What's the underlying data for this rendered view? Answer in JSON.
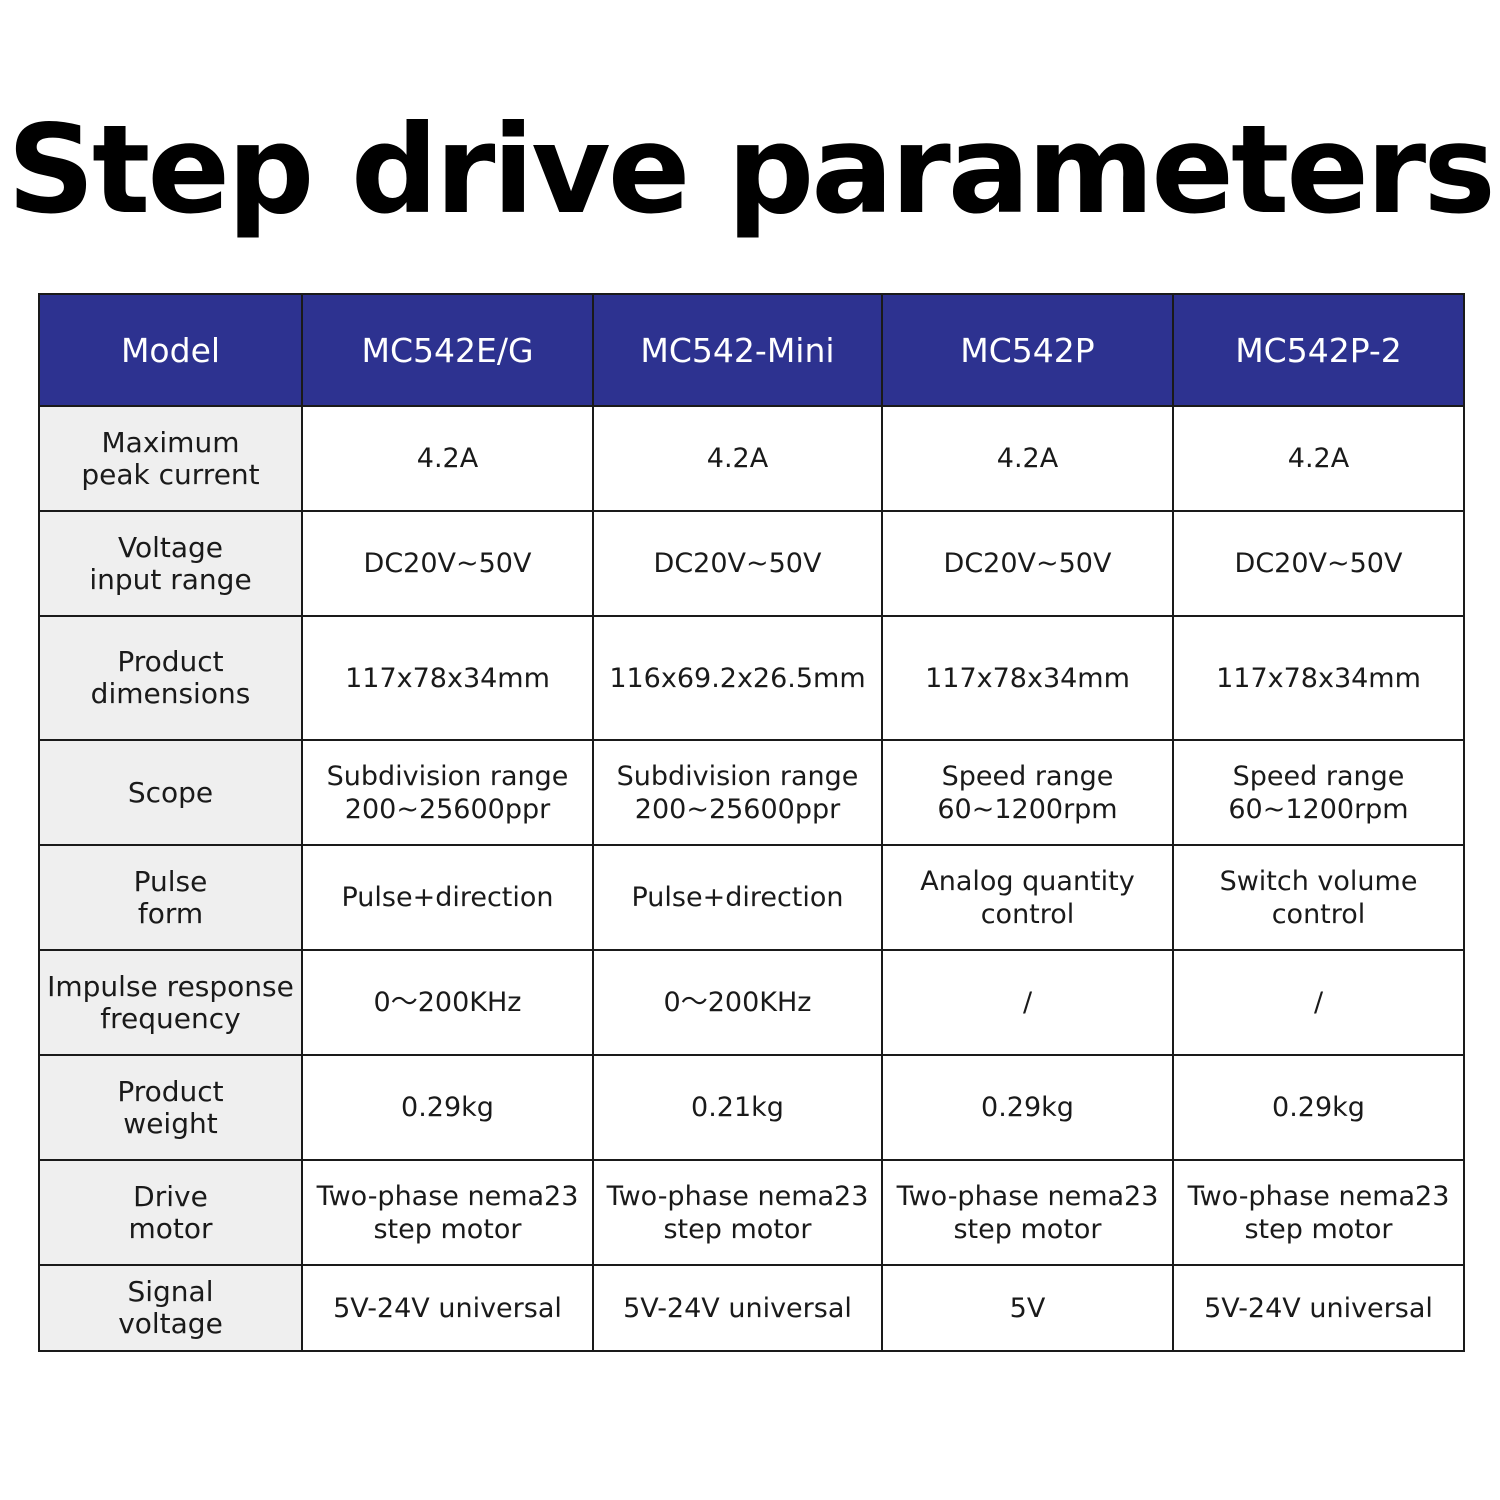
{
  "title": "Step drive parameters",
  "colors": {
    "header_bg": "#2d3290",
    "header_text": "#ffffff",
    "label_bg": "#efefef",
    "border": "#1a1a1a"
  },
  "table": {
    "headers": [
      "Model",
      "MC542E/G",
      "MC542-Mini",
      "MC542P",
      "MC542P-2"
    ],
    "rows": [
      {
        "label": "Maximum\npeak current",
        "values": [
          "4.2A",
          "4.2A",
          "4.2A",
          "4.2A"
        ]
      },
      {
        "label": "Voltage\ninput range",
        "values": [
          "DC20V~50V",
          "DC20V~50V",
          "DC20V~50V",
          "DC20V~50V"
        ]
      },
      {
        "label": "Product\ndimensions",
        "values": [
          "117x78x34mm",
          "116x69.2x26.5mm",
          "117x78x34mm",
          "117x78x34mm"
        ]
      },
      {
        "label": "Scope",
        "values": [
          "Subdivision range\n200~25600ppr",
          "Subdivision range\n200~25600ppr",
          "Speed range\n60~1200rpm",
          "Speed range\n60~1200rpm"
        ]
      },
      {
        "label": "Pulse\nform",
        "values": [
          "Pulse+direction",
          "Pulse+direction",
          "Analog quantity\ncontrol",
          "Switch volume\ncontrol"
        ]
      },
      {
        "label": "Impulse response\nfrequency",
        "values": [
          "0～200KHz",
          "0～200KHz",
          "/",
          "/"
        ]
      },
      {
        "label": "Product\nweight",
        "values": [
          "0.29kg",
          "0.21kg",
          "0.29kg",
          "0.29kg"
        ]
      },
      {
        "label": "Drive\nmotor",
        "values": [
          "Two-phase nema23\nstep motor",
          "Two-phase nema23\nstep motor",
          "Two-phase nema23\nstep motor",
          "Two-phase nema23\nstep motor"
        ]
      },
      {
        "label": "Signal\nvoltage",
        "values": [
          "5V-24V universal",
          "5V-24V universal",
          "5V",
          "5V-24V universal"
        ]
      }
    ]
  }
}
